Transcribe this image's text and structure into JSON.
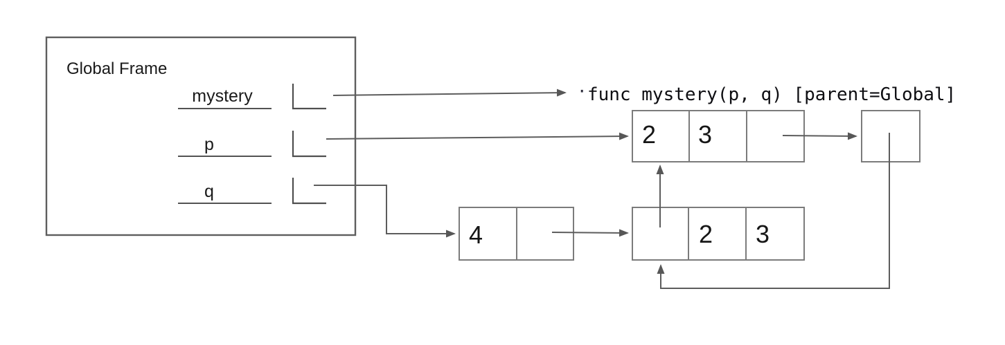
{
  "canvas": {
    "background": "#ffffff"
  },
  "palette": {
    "frame_border": "#5e5e5e",
    "heap_box_border": "#7b7b7b",
    "pointer_line": "#5c5c5c",
    "text": "#1a1a1a"
  },
  "global_frame": {
    "title": "Global Frame",
    "variables": [
      {
        "name": "mystery",
        "value_slot": "",
        "points_to": "function_object"
      },
      {
        "name": "p",
        "value_slot": "",
        "points_to": "top_list"
      },
      {
        "name": "q",
        "value_slot": "",
        "points_to": "four_pair"
      }
    ]
  },
  "function_object": {
    "bullet": "·",
    "label": "func mystery(p, q) [parent=Global]"
  },
  "heap": {
    "top_list": {
      "cells": [
        "2",
        "3",
        ""
      ],
      "pointer_from_cell_3": "closure_box"
    },
    "four_pair": {
      "cells": [
        "4",
        ""
      ],
      "pointer_from_cell_2": "bottom_list"
    },
    "bottom_list": {
      "cells": [
        "",
        "2",
        "3"
      ],
      "pointer_from_cell_1": "top_list"
    },
    "closure_box": {
      "cells": [
        ""
      ],
      "pointer_from_cell_1": "bottom_list"
    }
  }
}
